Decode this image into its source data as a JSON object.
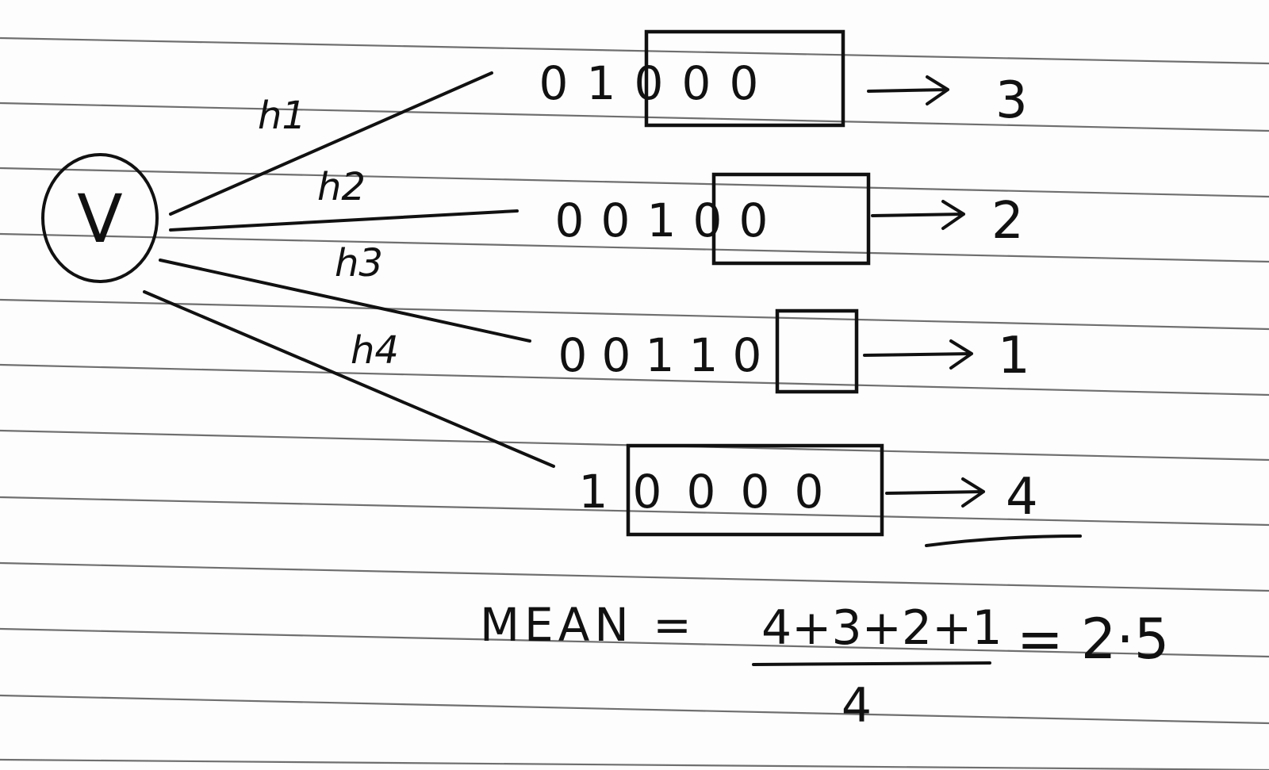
{
  "node": {
    "label": "V"
  },
  "hashes": [
    {
      "label": "h1",
      "bits": [
        "0",
        "1",
        "0",
        "0",
        "0"
      ],
      "boxed_from": 2,
      "result": "3"
    },
    {
      "label": "h2",
      "bits": [
        "0",
        "0",
        "1",
        "0",
        "0"
      ],
      "boxed_from": 3,
      "result": "2"
    },
    {
      "label": "h3",
      "bits": [
        "0",
        "0",
        "1",
        "1",
        "0"
      ],
      "boxed_from": 4,
      "result": "1"
    },
    {
      "label": "h4",
      "bits": [
        "1",
        "0",
        "0",
        "0",
        "0"
      ],
      "boxed_from": 1,
      "result": "4"
    }
  ],
  "formula": {
    "lhs": "MEAN =",
    "numerator": "4+3+2+1",
    "denominator": "4",
    "result": "= 2·5"
  },
  "colors": {
    "ink": "#111111",
    "rule": "#6f6f6f",
    "paper": "#fdfdfd"
  }
}
